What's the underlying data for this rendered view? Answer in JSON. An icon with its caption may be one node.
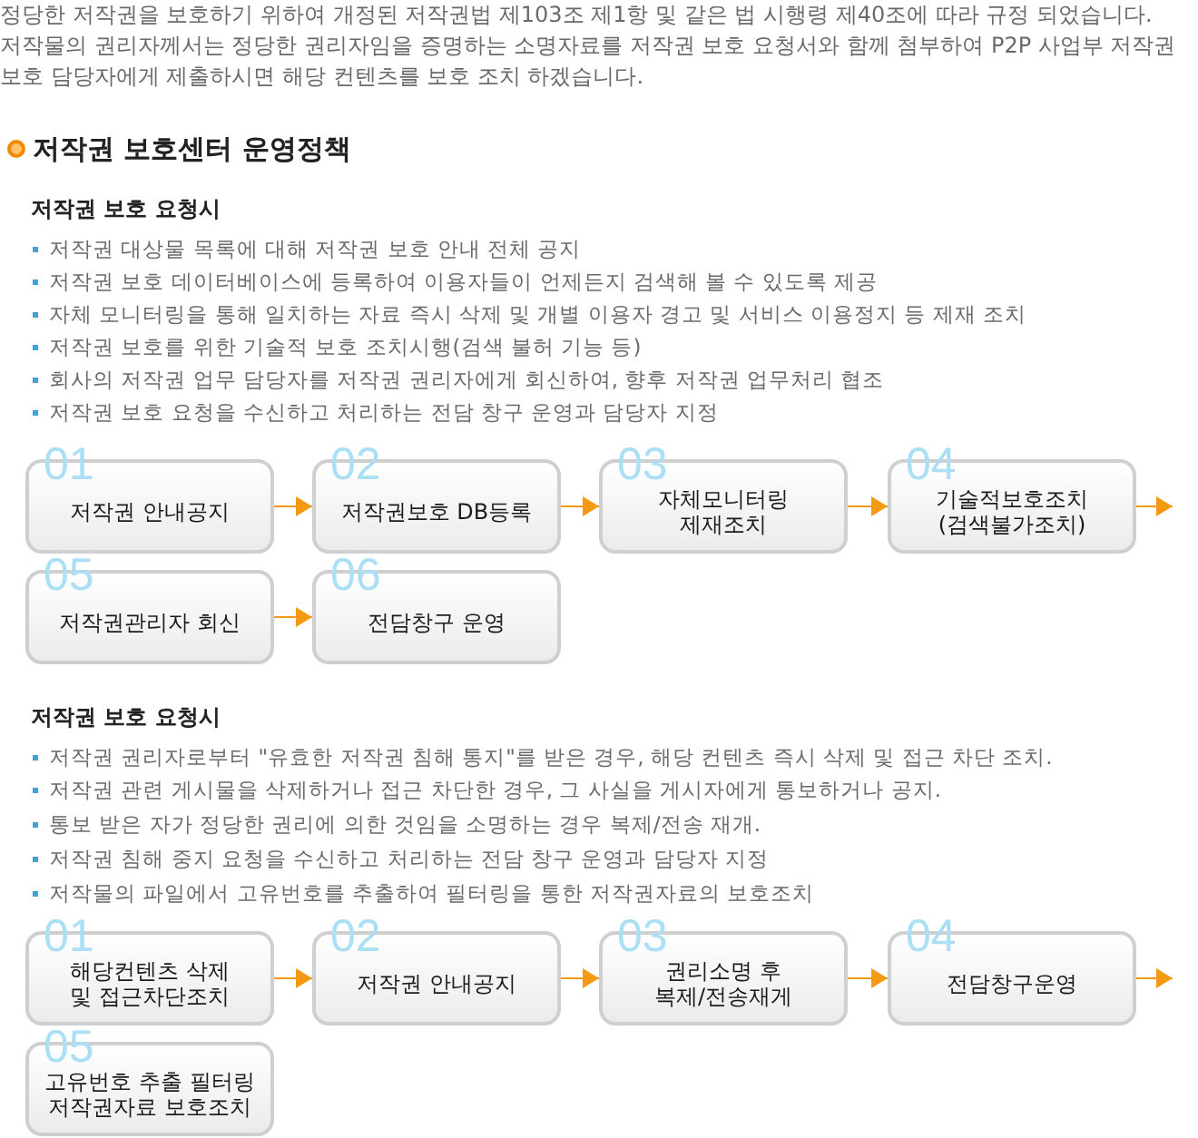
{
  "diagram": {
    "title": "저작권 보호센터 운영정책",
    "nodes": [
      {
        "text": [
          "01",
          "저작권 안내공지"
        ]
      },
      {
        "text": [
          "02",
          "저작권보호 DB등록"
        ]
      },
      {
        "text": [
          "03",
          "자체모니터링 제재조치"
        ]
      },
      {
        "text": [
          "04",
          "기술적보호조치 (검색불가조치)"
        ]
      },
      {
        "text": [
          "05",
          "저작권관리자 회신"
        ]
      },
      {
        "text": [
          "06",
          "전담창구 운영"
        ]
      },
      {
        "text": [
          "01",
          "해당컨텐츠 삭제 및 접근차단조치"
        ]
      },
      {
        "text": [
          "02",
          "저작권 안내공지"
        ]
      },
      {
        "text": [
          "03",
          "권리소명 후 복제/전송재게"
        ]
      },
      {
        "text": [
          "04",
          "전담창구운영"
        ]
      },
      {
        "text": [
          "05",
          "고유번호 추출 필터링 저작권자료 보호조치"
        ]
      }
    ],
    "edges": [
      {
        "from": 0,
        "to": 1,
        "arrow": "to"
      },
      {
        "from": 1,
        "to": 2,
        "arrow": "to"
      },
      {
        "from": 2,
        "to": 3,
        "arrow": "to"
      },
      {
        "from": 3,
        "to": null,
        "arrow": "to"
      },
      {
        "from": 4,
        "to": 5,
        "arrow": "to"
      },
      {
        "from": 6,
        "to": 7,
        "arrow": "to"
      },
      {
        "from": 7,
        "to": 8,
        "arrow": "to"
      },
      {
        "from": 8,
        "to": 9,
        "arrow": "to"
      },
      {
        "from": 9,
        "to": null,
        "arrow": "to"
      }
    ],
    "labels": [
      "정당한 저작권을 보호하기 위하여 개정된 저작권법 제103조 제1항 및 같은 법 시행령 제40조에 따라 규정 되었습니다.",
      "저작물의 권리자께서는 정당한 권리자임을 증명하는 소명자료를 저작권 보호 요청서와 함께 첨부하여 P2P 사업부 저작권 보호 담당자에게 제출하시면 해당 컨텐츠를 보호 조치 하겠습니다.",
      "저작권 보호 요청시",
      "저작권 대상물 목록에 대해 저작권 보호 안내 전체 공지",
      "저작권 보호 데이터베이스에 등록하여 이용자들이 언제든지 검색해 볼 수 있도록 제공",
      "자체 모니터링을 통해 일치하는 자료 즉시 삭제 및 개별 이용자 경고 및 서비스 이용정지 등 제재 조치",
      "저작권 보호를 위한 기술적 보호 조치시행(검색 불허 기능 등)",
      "회사의 저작권 업무 담당자를 저작권 권리자에게 회신하여, 향후 저작권 업무처리 협조",
      "저작권 보호 요청을 수신하고 처리하는 전담 창구 운영과 담당자 지정",
      "저작권 보호 요청시",
      "저작권 권리자로부터 \"유효한 저작권 침해 통지\"를 받은 경우, 해당 컨텐츠 즉시 삭제 및 접근 차단 조치.",
      "저작권 관련 게시물을 삭제하거나 접근 차단한 경우, 그 사실을 게시자에게 통보하거나 공지.",
      "통보 받은 자가 정당한 권리에 의한 것임을 소명하는 경우 복제/전송 재개.",
      "저작권 침해 중지 요청을 수신하고 처리하는 전담 창구 운영과 담당자 지정",
      "저작물의 파일에서 고유번호를 추출하여 필터링을 통한 저작권자료의 보호조치"
    ]
  }
}
